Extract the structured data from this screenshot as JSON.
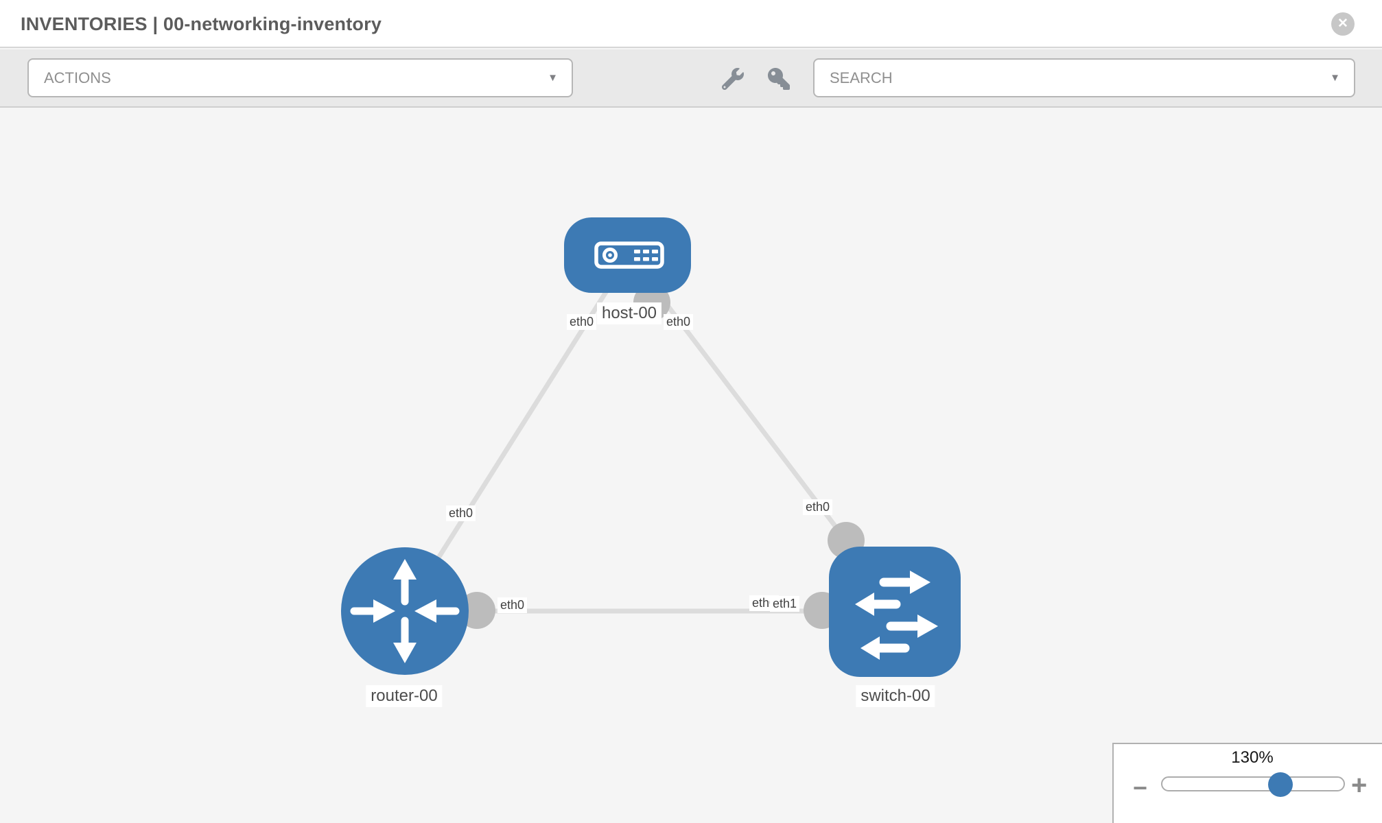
{
  "header": {
    "title": "INVENTORIES | 00-networking-inventory",
    "close_glyph": "✕"
  },
  "toolbar": {
    "actions_label": "ACTIONS",
    "search_placeholder": "SEARCH",
    "caret_glyph": "▼",
    "icons": [
      {
        "name": "wrench"
      },
      {
        "name": "key"
      }
    ]
  },
  "diagram": {
    "nodes": [
      {
        "label": "host-00",
        "type": "host"
      },
      {
        "label": "router-00",
        "type": "router"
      },
      {
        "label": "switch-00",
        "type": "switch"
      }
    ],
    "links": [
      {
        "from": "router-00",
        "from_iface": "eth0",
        "to": "host-00",
        "to_iface": "eth0"
      },
      {
        "from": "host-00",
        "from_iface": "eth0",
        "to": "switch-00",
        "to_iface": "eth0"
      },
      {
        "from": "router-00",
        "from_iface": "eth0",
        "to": "switch-00",
        "to_iface": "eth1",
        "to_iface_overlapped": "eth0"
      }
    ]
  },
  "zoom_control": {
    "level": "130%",
    "minus_glyph": "−",
    "plus_glyph": "+"
  },
  "colors": {
    "node_blue": "#3d7ab4",
    "link_gray": "#dcdcdc",
    "port_gray": "#bcbcbc"
  }
}
